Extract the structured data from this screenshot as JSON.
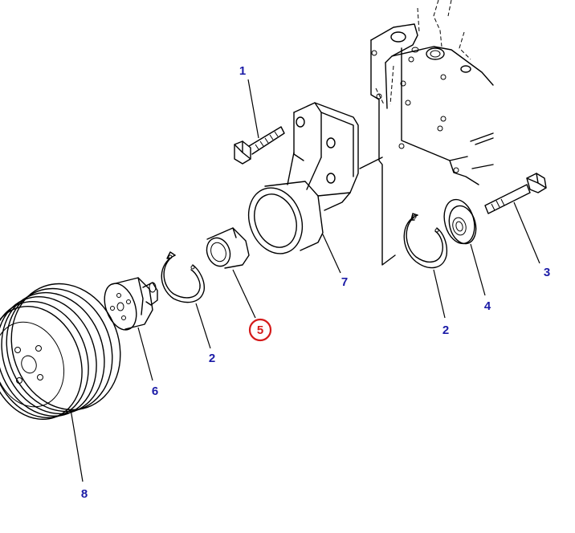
{
  "callouts": {
    "c1": "1",
    "c2a": "2",
    "c2b": "2",
    "c3": "3",
    "c4": "4",
    "c5": "5",
    "c6": "6",
    "c7": "7",
    "c8": "8"
  },
  "colors": {
    "callout_text": "#1a1aa6",
    "highlight": "#d41a1a",
    "line": "#000000"
  }
}
